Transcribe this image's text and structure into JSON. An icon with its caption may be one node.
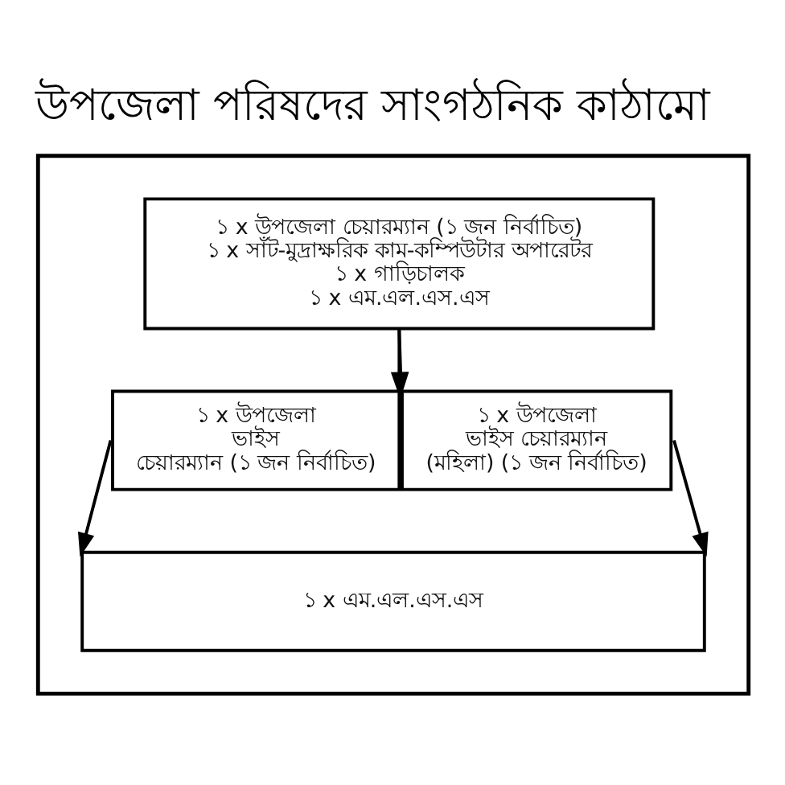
{
  "diagram": {
    "title": "উপজেলা পরিষদের সাংগঠনিক কাঠামো",
    "nodes": [
      {
        "text": [],
        "shape": "box"
      },
      {
        "text": [
          "১ x উপজেলা চেয়ারম্যান (১ জন নির্বাচিত)",
          "১ x সাঁট-মুদ্রাক্ষরিক কাম-কম্পিউটার অপারেটর",
          "১ x গাড়িচালক",
          "১ x এম.এল.এস.এস"
        ],
        "in": 0
      },
      {
        "text": [
          "১ x উপজেলা ভাইস চেয়ারম্যান (১ জন নির্বাচিত)"
        ],
        "in": 0
      },
      {
        "text": [
          "১ x উপজেলা ভাইস চেয়ারম্যান (মহিলা) (১ জন নির্বাচিত)"
        ],
        "in": 0
      },
      {
        "text": [
          "১ x এম.এল.এস.এস"
        ],
        "in": 0
      }
    ],
    "edges": [
      {
        "from": 1,
        "to": 2,
        "arrow": "to"
      },
      {
        "from": 1,
        "to": 3,
        "arrow": "to"
      },
      {
        "from": 2,
        "to": 4,
        "arrow": "to"
      },
      {
        "from": 3,
        "to": 4,
        "arrow": "to"
      }
    ]
  }
}
